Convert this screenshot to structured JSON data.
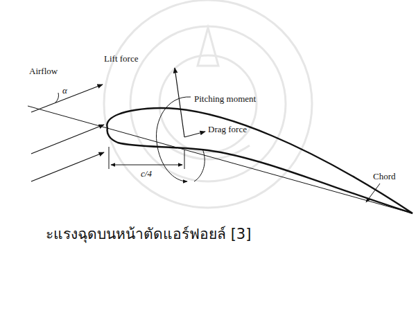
{
  "diagram": {
    "caption": "ะแรงฉุดบนหน้าตัดแอร์ฟอยล์ [3]",
    "labels": [
      "Lift force",
      "Airflow",
      "α",
      "Pitching moment",
      "Drag force",
      "c/4",
      "Chord"
    ]
  }
}
